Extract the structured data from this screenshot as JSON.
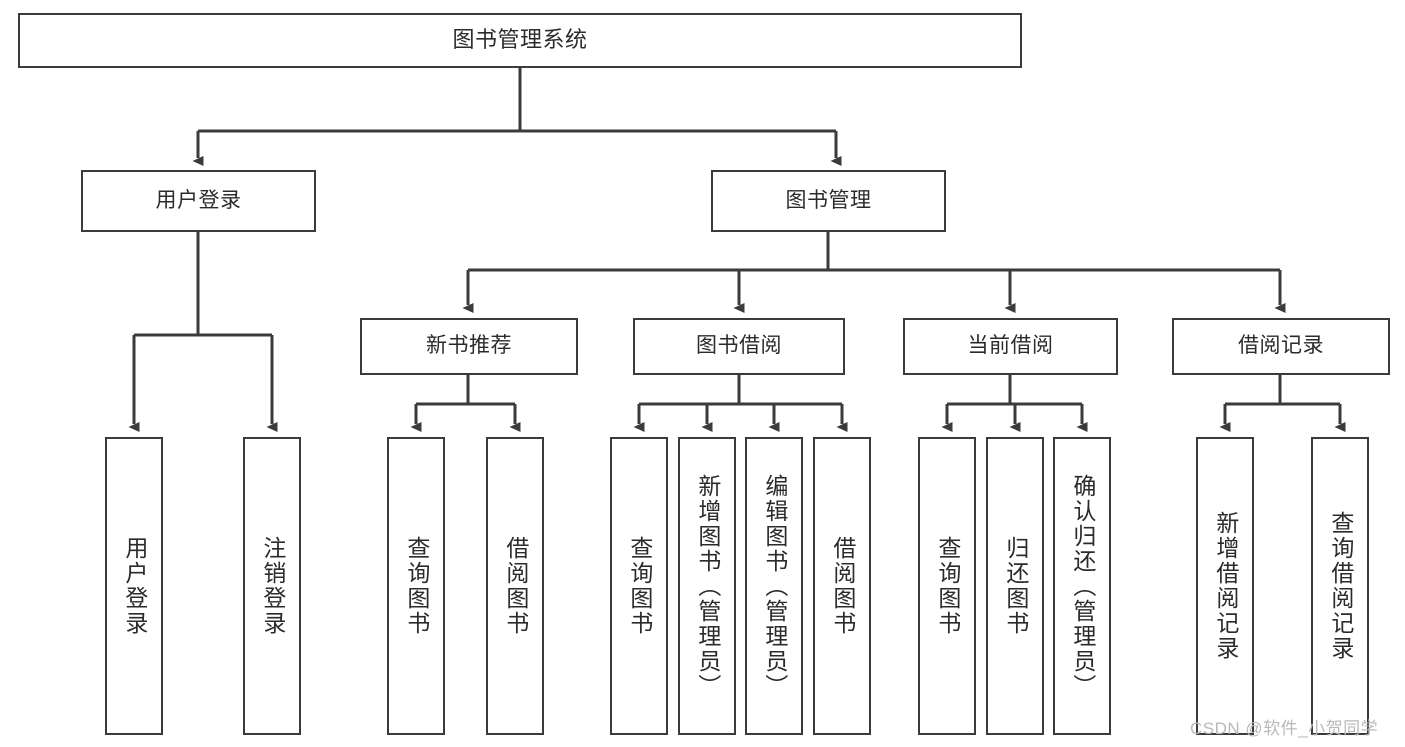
{
  "diagram": {
    "title": "图书管理系统",
    "root": {
      "label": "图书管理系统"
    },
    "level2": [
      {
        "label": "用户登录"
      },
      {
        "label": "图书管理"
      }
    ],
    "level3": [
      {
        "label": "新书推荐"
      },
      {
        "label": "图书借阅"
      },
      {
        "label": "当前借阅"
      },
      {
        "label": "借阅记录"
      }
    ],
    "leaves": {
      "user_login": [
        {
          "label": "用户登录"
        },
        {
          "label": "注销登录"
        }
      ],
      "new_book_recommend": [
        {
          "label": "查询图书"
        },
        {
          "label": "借阅图书"
        }
      ],
      "book_borrow": [
        {
          "label": "查询图书"
        },
        {
          "label": "新增图书（管理员）"
        },
        {
          "label": "编辑图书（管理员）"
        },
        {
          "label": "借阅图书"
        }
      ],
      "current_borrow": [
        {
          "label": "查询图书"
        },
        {
          "label": "归还图书"
        },
        {
          "label": "确认归还（管理员）"
        }
      ],
      "borrow_record": [
        {
          "label": "新增借阅记录"
        },
        {
          "label": "查询借阅记录"
        }
      ]
    }
  },
  "watermark": {
    "text": "CSDN @软件_小贺同学"
  },
  "colors": {
    "stroke": "#3b3b3b",
    "text": "#2b2b2b",
    "background": "#ffffff",
    "watermark": "#b9b9b9"
  }
}
